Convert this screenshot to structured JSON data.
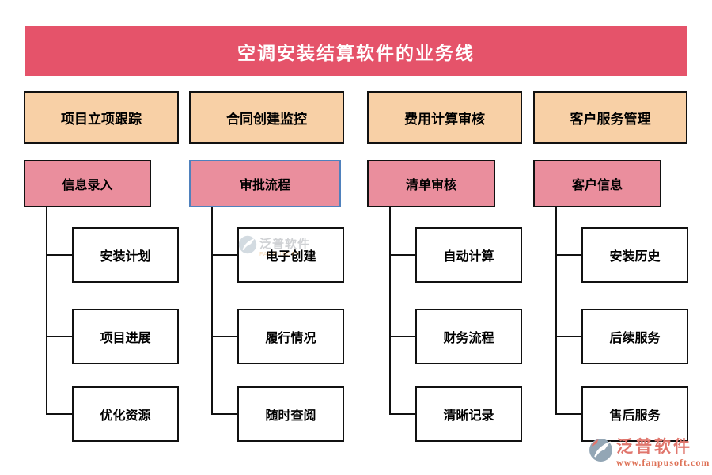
{
  "title": "空调安装结算软件的业务线",
  "colors": {
    "banner": "#e5536a",
    "header_fill": "#f8d0a6",
    "sub_fill": "#ea8e9d",
    "highlight_border": "#4f81bd",
    "box_border": "#111111",
    "connector_line": "#111111",
    "logo_text": "#e0766d",
    "logo_url_text": "#de7257",
    "logo_icon": "#93a6b5"
  },
  "columns": [
    {
      "header": "项目立项跟踪",
      "sub": "信息录入",
      "items": [
        "安装计划",
        "项目进展",
        "优化资源"
      ]
    },
    {
      "header": "合同创建监控",
      "sub": "审批流程",
      "items": [
        "电子创建",
        "履行情况",
        "随时查阅"
      ]
    },
    {
      "header": "费用计算审核",
      "sub": "清单审核",
      "items": [
        "自动计算",
        "财务流程",
        "清晰记录"
      ]
    },
    {
      "header": "客户服务管理",
      "sub": "客户信息",
      "items": [
        "安装历史",
        "后续服务",
        "售后服务"
      ]
    }
  ],
  "watermark": {
    "brand": "泛普软件",
    "sub": "FANPUSOFT"
  },
  "logo": {
    "brand": "泛普软件",
    "url": "www.fanpusoft.com"
  }
}
